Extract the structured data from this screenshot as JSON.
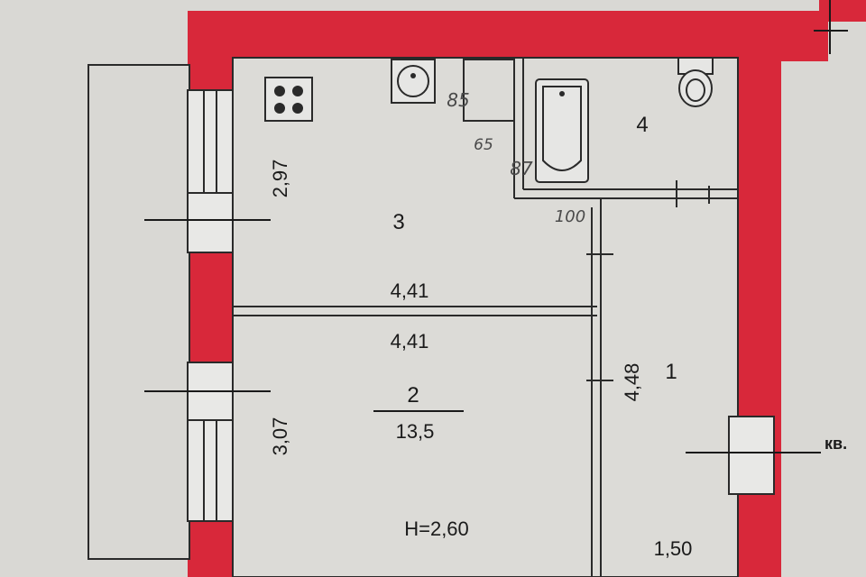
{
  "colors": {
    "wall": "#d8283a",
    "floor": "#dcdbd7",
    "paper": "#d9d8d4",
    "line": "#2a2a2a"
  },
  "rooms": {
    "r1": {
      "number": "1",
      "length": "4,48",
      "width": "1,50"
    },
    "r2": {
      "number": "2",
      "area": "13,5",
      "length": "4,41",
      "width": "3,07",
      "height": "Н=2,60"
    },
    "r3": {
      "number": "3",
      "length": "4,41",
      "width": "2,97"
    },
    "r4": {
      "number": "4"
    }
  },
  "handwritten": {
    "n85": "85",
    "n65": "65",
    "n87": "87",
    "n100": "100"
  },
  "labels": {
    "apartment_abbr": "кв."
  },
  "fixtures": [
    "stove-icon",
    "sink-icon",
    "bathtub-icon",
    "toilet-icon"
  ]
}
